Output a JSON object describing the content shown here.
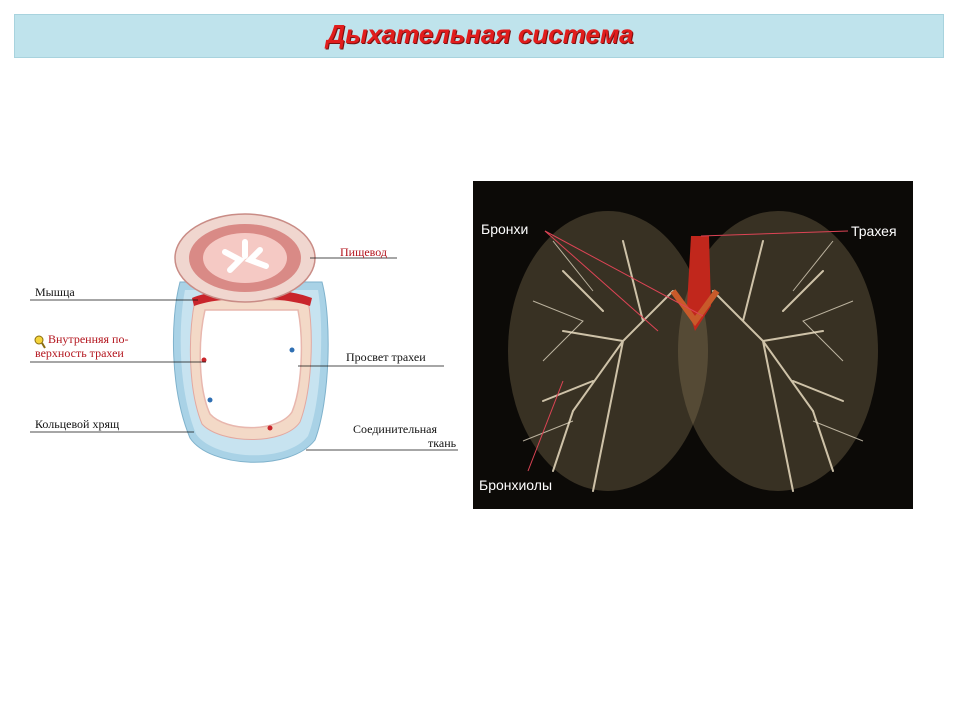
{
  "header": {
    "title": "Дыхательная система",
    "title_color": "#e11d1d",
    "bar_color": "#bfe3ec"
  },
  "trachea_diagram": {
    "labels": {
      "esophagus": "Пищевод",
      "muscle": "Мышца",
      "inner_surface_line1": "Внутренняя по-",
      "inner_surface_line2": "верхность трахеи",
      "lumen": "Просвет трахеи",
      "cartilage_ring": "Кольцевой хрящ",
      "connective_line1": "Соединительная",
      "connective_line2": "ткань"
    },
    "magnifier_icon": "magnifier-icon",
    "colors": {
      "cartilage": "#a9d2e6",
      "mucosa": "#f3d9c7",
      "esophagus": "#d98a86",
      "muscle": "#c9252b",
      "red_label": "#b3141d"
    }
  },
  "lung_photo": {
    "labels": {
      "bronchi": "Бронхи",
      "trachea": "Трахея",
      "bronchioles": "Бронхиолы"
    },
    "colors": {
      "background": "#0c0a07",
      "tree": "#e9dcc0",
      "trachea": "#c1271c"
    }
  }
}
